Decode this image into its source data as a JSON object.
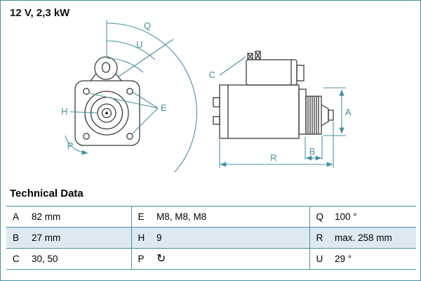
{
  "title": "12 V, 2,3 kW",
  "colors": {
    "accent": "#4790a5",
    "line": "#3b3b3b",
    "row_alt": "#dce9f1"
  },
  "drawing": {
    "labels": {
      "Q": "Q",
      "U": "U",
      "C": "C",
      "H": "H",
      "E": "E",
      "P": "P",
      "A": "A",
      "B": "B",
      "R": "R"
    }
  },
  "technical_data": {
    "heading": "Technical Data",
    "rows": [
      [
        {
          "k": "A",
          "v": "82 mm"
        },
        {
          "k": "E",
          "v": "M8, M8, M8"
        },
        {
          "k": "Q",
          "v": "100 °"
        }
      ],
      [
        {
          "k": "B",
          "v": "27 mm"
        },
        {
          "k": "H",
          "v": "9"
        },
        {
          "k": "R",
          "v": "max. 258 mm"
        }
      ],
      [
        {
          "k": "C",
          "v": "30, 50"
        },
        {
          "k": "P",
          "v": "↻"
        },
        {
          "k": "U",
          "v": "29 °"
        }
      ]
    ]
  }
}
